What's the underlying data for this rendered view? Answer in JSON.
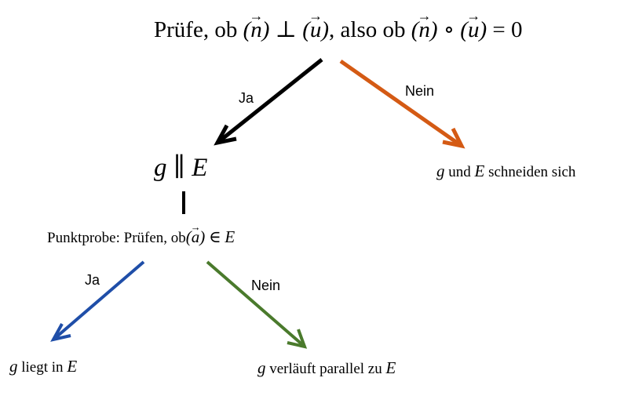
{
  "nodes": {
    "root": {
      "pre": "Prüfe, ob",
      "n": "(n)",
      "perp": "⊥",
      "u": "(u)",
      "mid": ", also ob",
      "n2": "(n)",
      "circ": "∘",
      "u2": "(u)",
      "eq": "= 0"
    },
    "parallel": {
      "g": "g",
      "par": "∥",
      "E": "E"
    },
    "intersect": {
      "g": "g",
      "text": "und",
      "E": "E",
      "text2": "schneiden sich"
    },
    "pointtest": {
      "pre": "Punktprobe: Prüfen, ob",
      "a": "(a)",
      "in": "∈",
      "E": "E"
    },
    "liesin": {
      "g": "g",
      "text": "liegt in",
      "E": "E"
    },
    "runsparallel": {
      "g": "g",
      "text": "verläuft parallel zu",
      "E": "E"
    }
  },
  "edges": {
    "yes_top": "Ja",
    "no_top": "Nein",
    "yes_bottom": "Ja",
    "no_bottom": "Nein"
  },
  "colors": {
    "yes_top": "#000000",
    "no_top": "#d45a14",
    "yes_bottom": "#1f4ea8",
    "no_bottom": "#4a7a2c"
  }
}
